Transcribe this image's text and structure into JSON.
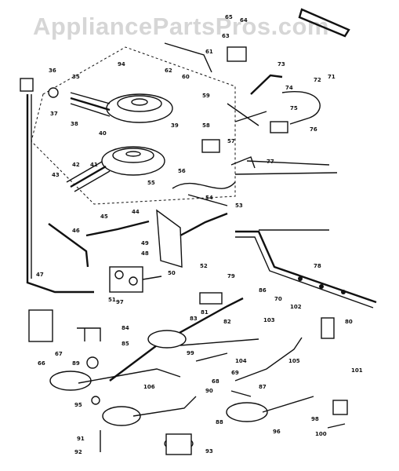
{
  "watermark": "AppliancePartsPros.com",
  "callouts": [
    "35",
    "36",
    "37",
    "38",
    "39",
    "40",
    "41",
    "42",
    "43",
    "44",
    "45",
    "46",
    "47",
    "48",
    "49",
    "50",
    "51",
    "52",
    "53",
    "54",
    "55",
    "56",
    "57",
    "58",
    "59",
    "60",
    "61",
    "62",
    "63",
    "64",
    "65",
    "66",
    "67",
    "68",
    "69",
    "70",
    "71",
    "72",
    "73",
    "74",
    "75",
    "76",
    "77",
    "78",
    "79",
    "80",
    "81",
    "82",
    "83",
    "84",
    "85",
    "86",
    "87",
    "88",
    "89",
    "90",
    "91",
    "92",
    "93",
    "94",
    "95",
    "96",
    "97",
    "98",
    "99",
    "100",
    "101",
    "102",
    "103",
    "104",
    "105",
    "106"
  ]
}
